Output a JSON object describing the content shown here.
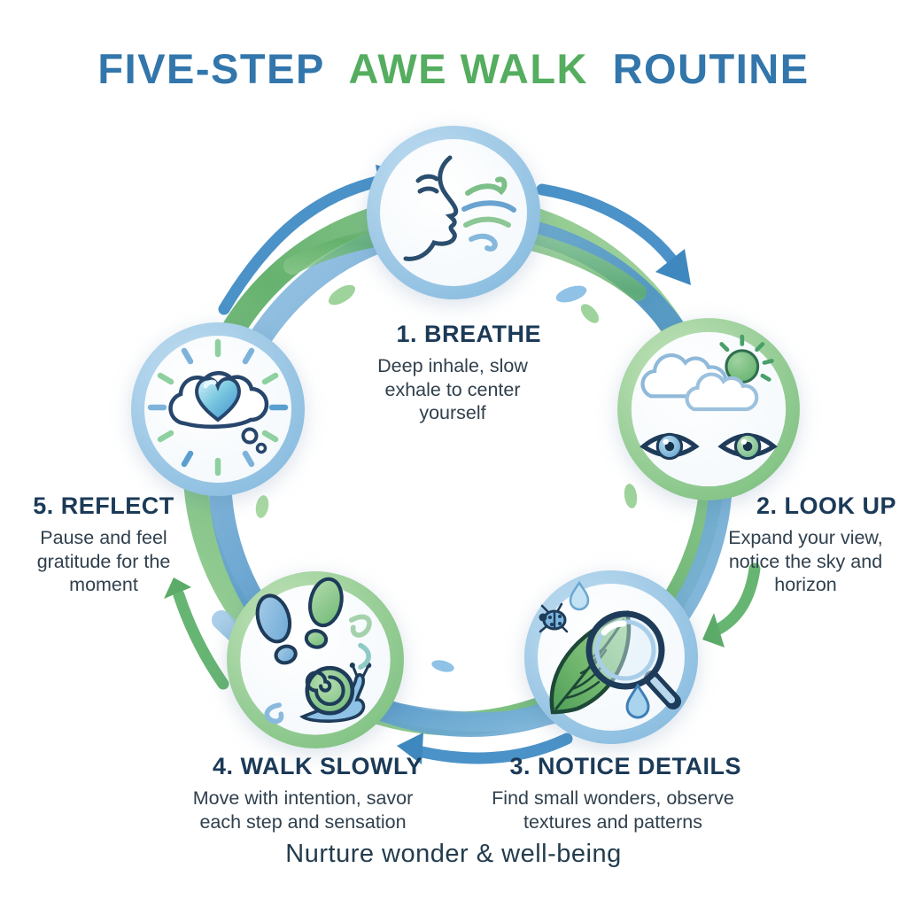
{
  "title": {
    "part1": "FIVE-STEP",
    "part2": "AWE WALK",
    "part3": "ROUTINE"
  },
  "steps": [
    {
      "id": "breathe",
      "label": "1. BREATHE",
      "description": "Deep inhale, slow exhale to center yourself",
      "icon": "face-breathing-icon",
      "ring_color": "blue"
    },
    {
      "id": "look-up",
      "label": "2. LOOK UP",
      "description": "Expand your view, notice the sky and horizon",
      "icon": "eyes-sky-clouds-sun-icon",
      "ring_color": "green"
    },
    {
      "id": "notice-details",
      "label": "3. NOTICE DETAILS",
      "description": "Find small wonders, observe textures and patterns",
      "icon": "magnifier-leaf-ladybug-icon",
      "ring_color": "blue"
    },
    {
      "id": "walk-slowly",
      "label": "4. WALK SLOWLY",
      "description": "Move with intention, savor each step and sensation",
      "icon": "footprints-snail-icon",
      "ring_color": "green"
    },
    {
      "id": "reflect",
      "label": "5. REFLECT",
      "description": "Pause and feel gratitude for the moment",
      "icon": "thought-cloud-heart-icon",
      "ring_color": "blue"
    }
  ],
  "tagline": "Nurture wonder & well-being",
  "colors": {
    "title_blue": "#3276ab",
    "title_green": "#55ad5f",
    "heading_navy": "#1b3a57",
    "body_text": "#30404d",
    "ribbon_blue": "#4e93c6",
    "ribbon_green": "#5fae68",
    "node_ring_blue": "#85b9dd",
    "node_ring_green": "#7cc17e"
  }
}
